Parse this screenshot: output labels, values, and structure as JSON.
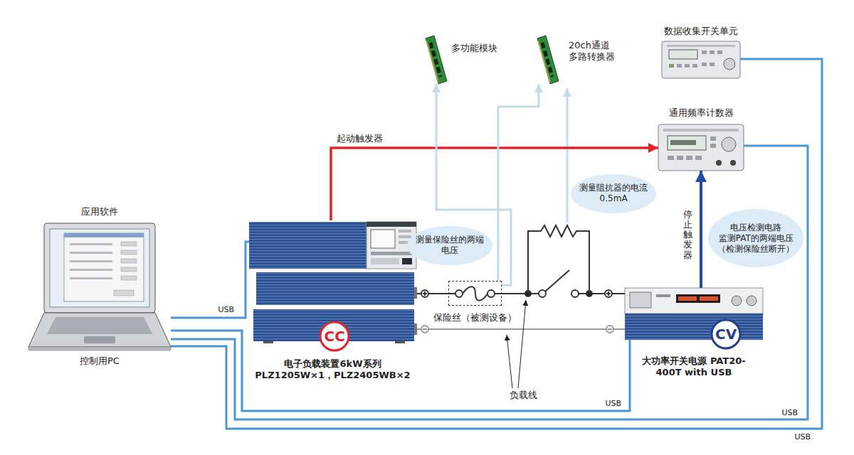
{
  "diagram": {
    "nodes": [
      {
        "text": [
          "数据收集开关单元"
        ]
      },
      {
        "text": [
          "多功能模块"
        ]
      },
      {
        "text": [
          "20ch通道 多路转换器"
        ]
      },
      {
        "text": [
          "通用频率计数器"
        ]
      },
      {
        "text": [
          "应用软件",
          "控制用PC"
        ]
      },
      {
        "text": [
          "电子负载装置6kW系列 PLZ1205W×1，PLZ2405WB×2"
        ]
      },
      {
        "text": [
          "CC"
        ],
        "in": 5
      },
      {
        "text": [
          "测量保险丝的两端电压"
        ]
      },
      {
        "text": [
          "保险丝（被测设备）"
        ]
      },
      {
        "text": [
          "测量阻抗器的电流 0.5mA"
        ]
      },
      {
        "text": [
          "电压检测电路 监测PAT的两端电压 （检测保险丝断开）"
        ]
      },
      {
        "text": [
          "大功率开关电源 PAT20-400T with USB"
        ]
      },
      {
        "text": [
          "CV"
        ],
        "in": 11
      }
    ],
    "edges": [
      {
        "from": 4,
        "to": 5,
        "arrow": "none",
        "label": "USB"
      },
      {
        "from": 4,
        "to": 11,
        "arrow": "none",
        "label": "USB"
      },
      {
        "from": 4,
        "to": 3,
        "arrow": "none",
        "label": "USB"
      },
      {
        "from": 4,
        "to": 0,
        "arrow": "none",
        "label": "USB"
      },
      {
        "from": 5,
        "to": 3,
        "arrow": "to",
        "label": "起动触发器"
      },
      {
        "from": 11,
        "to": 3,
        "arrow": "to",
        "label": "停止触发器"
      },
      {
        "from": 8,
        "to": 1,
        "arrow": "to"
      },
      {
        "from": 8,
        "to": 2,
        "arrow": "to"
      }
    ],
    "labels": [
      "负载线"
    ]
  }
}
